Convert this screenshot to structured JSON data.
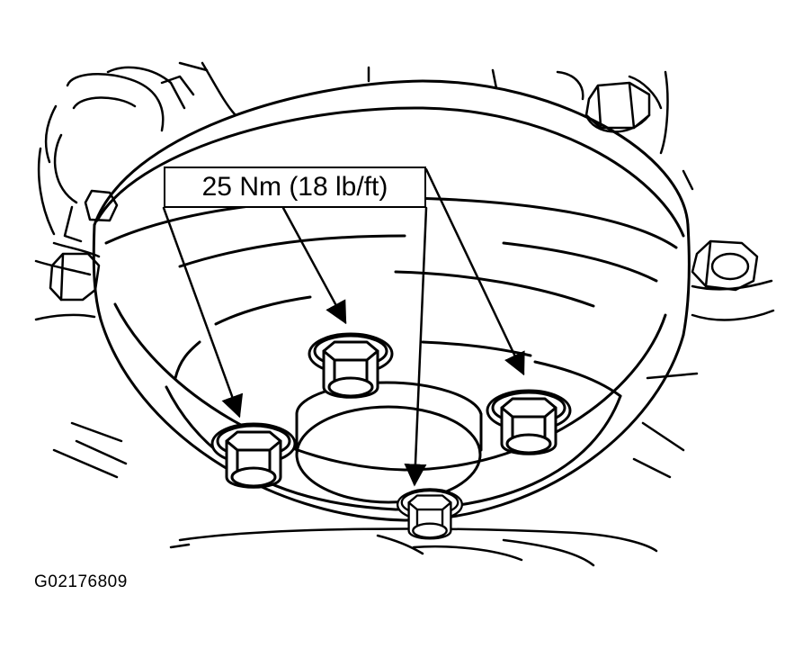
{
  "diagram": {
    "torque_label": "25 Nm (18 lb/ft)",
    "figure_id": "G02176809",
    "colors": {
      "line": "#000000",
      "background": "#ffffff"
    },
    "bolt_count": 4
  }
}
